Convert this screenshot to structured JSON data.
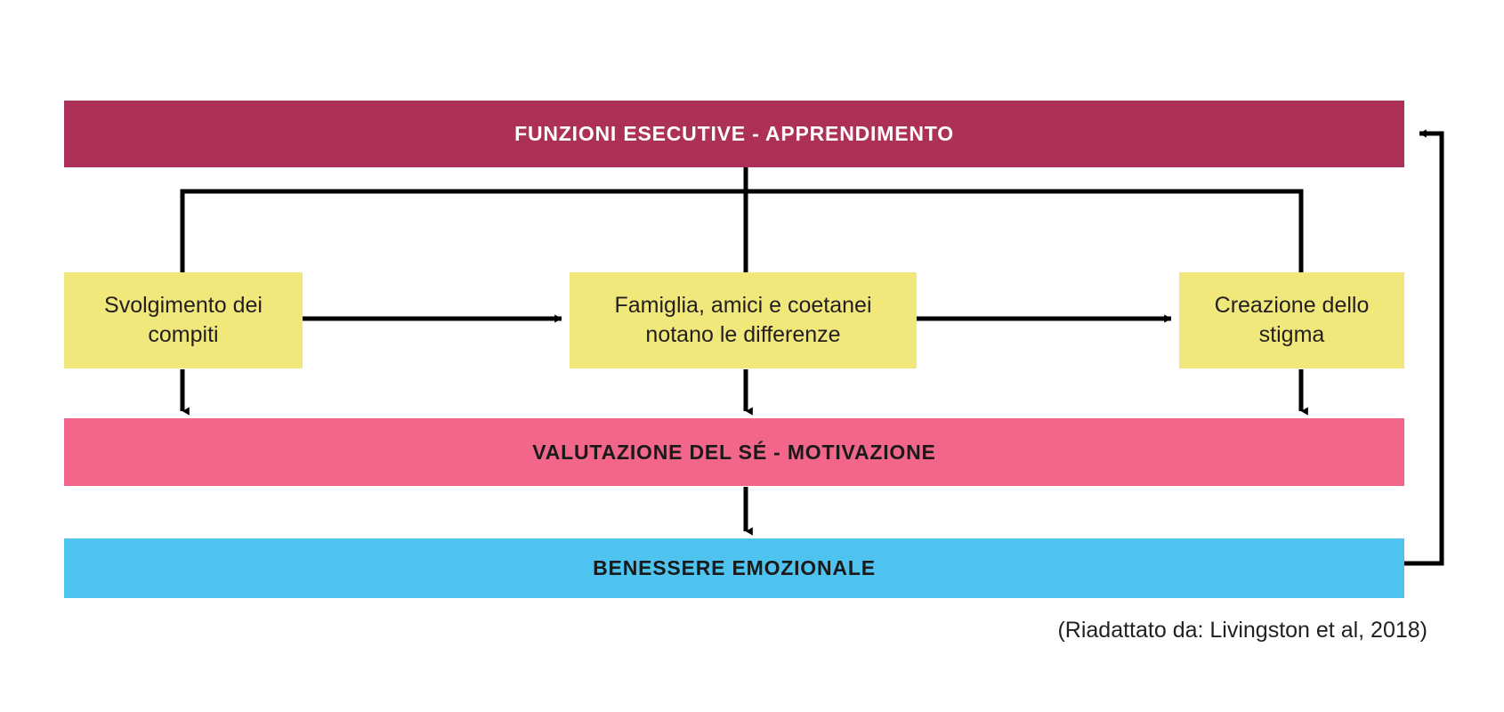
{
  "diagram": {
    "title_band": {
      "label": "FUNZIONI ESECUTIVE - APPRENDIMENTO",
      "color": "#ad3156",
      "text_color": "#ffffff"
    },
    "self_eval_band": {
      "label": "VALUTAZIONE DEL SÉ - MOTIVAZIONE",
      "color": "#f26б87",
      "text_color": "#1a1a1a"
    },
    "wellbeing_band": {
      "label": "BENESSERE EMOZIONALE",
      "color": "#4ec3ef",
      "text_color": "#1a1a1a"
    },
    "nodes": [
      {
        "id": "homework",
        "label": "Svolgimento dei compiti",
        "color": "#f0e87a"
      },
      {
        "id": "peers",
        "label": "Famiglia, amici e coetanei notano le differenze",
        "color": "#f0e87a"
      },
      {
        "id": "stigma",
        "label": "Creazione dello stigma",
        "color": "#f0e87a"
      }
    ],
    "caption": "(Riadattato da: Livingston et al, 2018)",
    "connector_color": "#000000"
  }
}
